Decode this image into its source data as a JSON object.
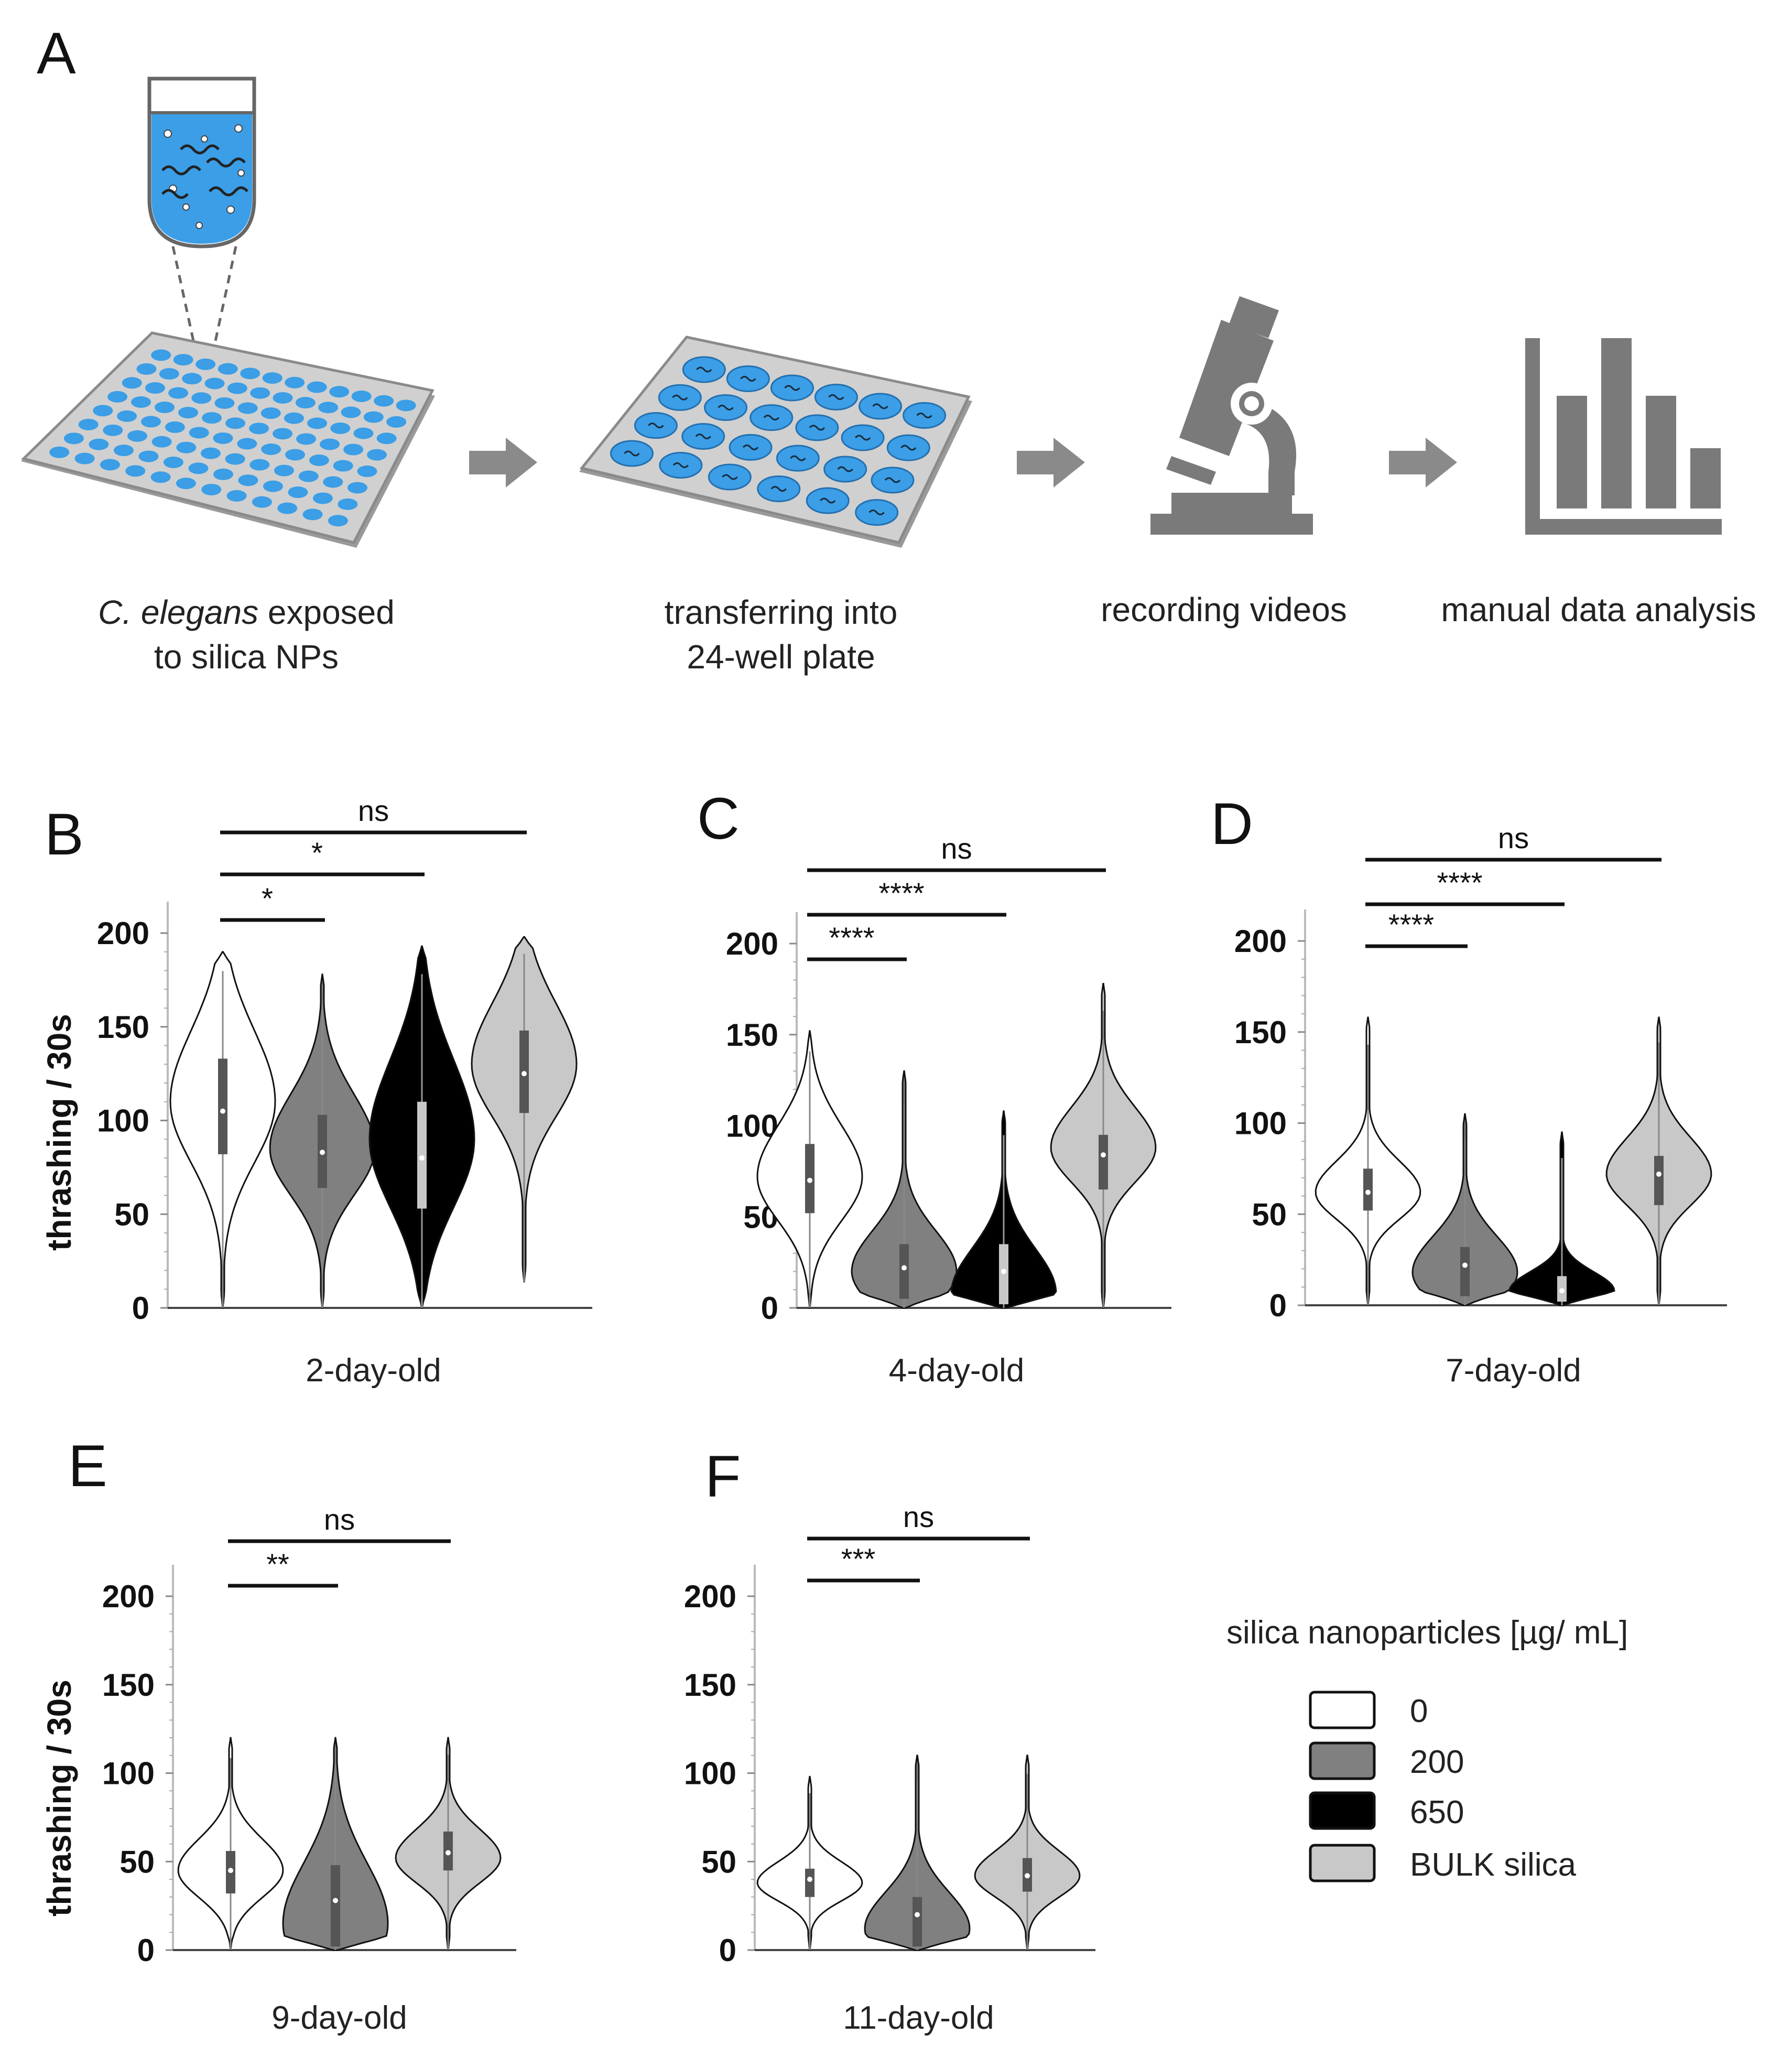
{
  "panel_a": {
    "label": "A",
    "steps": [
      {
        "line1_italic": "C. elegans",
        "line1_rest": " exposed",
        "line2": "to silica NPs"
      },
      {
        "line1": "transferring into",
        "line2": "24-well plate"
      },
      {
        "line1": "recording videos"
      },
      {
        "line1": "manual data analysis"
      }
    ],
    "colors": {
      "well_blue": "#3b9ee6",
      "plate_grey": "#c9c9c9",
      "icon_grey": "#7a7a7a"
    },
    "icons": [
      "tube-icon",
      "96-well-plate-icon",
      "24-well-plate-icon",
      "arrow-right-icon",
      "microscope-icon",
      "bar-chart-icon"
    ]
  },
  "legend": {
    "title": "silica nanoparticles [µg/ mL]",
    "items": [
      {
        "label": "0",
        "color": "#ffffff"
      },
      {
        "label": "200",
        "color": "#808080"
      },
      {
        "label": "650",
        "color": "#000000"
      },
      {
        "label": "BULK silica",
        "color": "#c8c8c8"
      }
    ]
  },
  "chart_data": [
    {
      "panel": "B",
      "type": "violin",
      "xlabel": "2-day-old",
      "ylabel": "thrashing / 30s",
      "ylim": [
        0,
        200
      ],
      "yticks": [
        0,
        50,
        100,
        150,
        200
      ],
      "series": [
        {
          "group": "0",
          "min": 0,
          "max": 190,
          "q1": 82,
          "median": 105,
          "q3": 133,
          "peak": 110,
          "fill": "#ffffff"
        },
        {
          "group": "200",
          "min": 0,
          "max": 178,
          "q1": 64,
          "median": 83,
          "q3": 103,
          "peak": 85,
          "fill": "#808080"
        },
        {
          "group": "650",
          "min": 0,
          "max": 193,
          "q1": 53,
          "median": 80,
          "q3": 110,
          "peak": 90,
          "fill": "#000000"
        },
        {
          "group": "BULK silica",
          "min": 14,
          "max": 198,
          "q1": 104,
          "median": 125,
          "q3": 148,
          "peak": 130,
          "fill": "#c8c8c8"
        }
      ],
      "significance": [
        {
          "from": 0,
          "to": 1,
          "label": "*"
        },
        {
          "from": 0,
          "to": 2,
          "label": "*"
        },
        {
          "from": 0,
          "to": 3,
          "label": "ns"
        }
      ]
    },
    {
      "panel": "C",
      "type": "violin",
      "xlabel": "4-day-old",
      "ylabel": "",
      "ylim": [
        0,
        200
      ],
      "yticks": [
        0,
        50,
        100,
        150,
        200
      ],
      "series": [
        {
          "group": "0",
          "min": 0,
          "max": 152,
          "q1": 52,
          "median": 70,
          "q3": 90,
          "peak": 72,
          "fill": "#ffffff"
        },
        {
          "group": "200",
          "min": 0,
          "max": 130,
          "q1": 5,
          "median": 22,
          "q3": 35,
          "peak": 20,
          "fill": "#808080"
        },
        {
          "group": "650",
          "min": 0,
          "max": 108,
          "q1": 2,
          "median": 20,
          "q3": 35,
          "peak": 8,
          "fill": "#000000"
        },
        {
          "group": "BULK silica",
          "min": 0,
          "max": 178,
          "q1": 65,
          "median": 84,
          "q3": 95,
          "peak": 88,
          "fill": "#c8c8c8"
        }
      ],
      "significance": [
        {
          "from": 0,
          "to": 1,
          "label": "****"
        },
        {
          "from": 0,
          "to": 2,
          "label": "****"
        },
        {
          "from": 0,
          "to": 3,
          "label": "ns"
        }
      ]
    },
    {
      "panel": "D",
      "type": "violin",
      "xlabel": "7-day-old",
      "ylabel": "",
      "ylim": [
        0,
        200
      ],
      "yticks": [
        0,
        50,
        100,
        150,
        200
      ],
      "series": [
        {
          "group": "0",
          "min": 0,
          "max": 158,
          "q1": 52,
          "median": 62,
          "q3": 75,
          "peak": 62,
          "fill": "#ffffff"
        },
        {
          "group": "200",
          "min": 0,
          "max": 105,
          "q1": 5,
          "median": 22,
          "q3": 32,
          "peak": 18,
          "fill": "#808080"
        },
        {
          "group": "650",
          "min": 0,
          "max": 95,
          "q1": 2,
          "median": 8,
          "q3": 16,
          "peak": 8,
          "fill": "#000000"
        },
        {
          "group": "BULK silica",
          "min": 0,
          "max": 158,
          "q1": 55,
          "median": 72,
          "q3": 82,
          "peak": 72,
          "fill": "#c8c8c8"
        }
      ],
      "significance": [
        {
          "from": 0,
          "to": 1,
          "label": "****"
        },
        {
          "from": 0,
          "to": 2,
          "label": "****"
        },
        {
          "from": 0,
          "to": 3,
          "label": "ns"
        }
      ]
    },
    {
      "panel": "E",
      "type": "violin",
      "xlabel": "9-day-old",
      "ylabel": "thrashing / 30s",
      "ylim": [
        0,
        200
      ],
      "yticks": [
        0,
        50,
        100,
        150,
        200
      ],
      "series": [
        {
          "group": "0",
          "min": 0,
          "max": 120,
          "q1": 32,
          "median": 45,
          "q3": 56,
          "peak": 45,
          "fill": "#ffffff"
        },
        {
          "group": "200",
          "min": 0,
          "max": 120,
          "q1": 2,
          "median": 28,
          "q3": 48,
          "peak": 15,
          "fill": "#808080"
        },
        {
          "group": "BULK silica",
          "min": 0,
          "max": 120,
          "q1": 45,
          "median": 55,
          "q3": 67,
          "peak": 52,
          "fill": "#c8c8c8"
        }
      ],
      "significance": [
        {
          "from": 0,
          "to": 1,
          "label": "**"
        },
        {
          "from": 0,
          "to": 2,
          "label": "ns"
        }
      ]
    },
    {
      "panel": "F",
      "type": "violin",
      "xlabel": "11-day-old",
      "ylabel": "",
      "ylim": [
        0,
        200
      ],
      "yticks": [
        0,
        50,
        100,
        150,
        200
      ],
      "series": [
        {
          "group": "0",
          "min": 0,
          "max": 98,
          "q1": 30,
          "median": 40,
          "q3": 46,
          "peak": 38,
          "fill": "#ffffff"
        },
        {
          "group": "200",
          "min": 0,
          "max": 110,
          "q1": 2,
          "median": 20,
          "q3": 30,
          "peak": 12,
          "fill": "#808080"
        },
        {
          "group": "BULK silica",
          "min": 0,
          "max": 110,
          "q1": 33,
          "median": 42,
          "q3": 52,
          "peak": 42,
          "fill": "#c8c8c8"
        }
      ],
      "significance": [
        {
          "from": 0,
          "to": 1,
          "label": "***"
        },
        {
          "from": 0,
          "to": 2,
          "label": "ns"
        }
      ]
    }
  ]
}
